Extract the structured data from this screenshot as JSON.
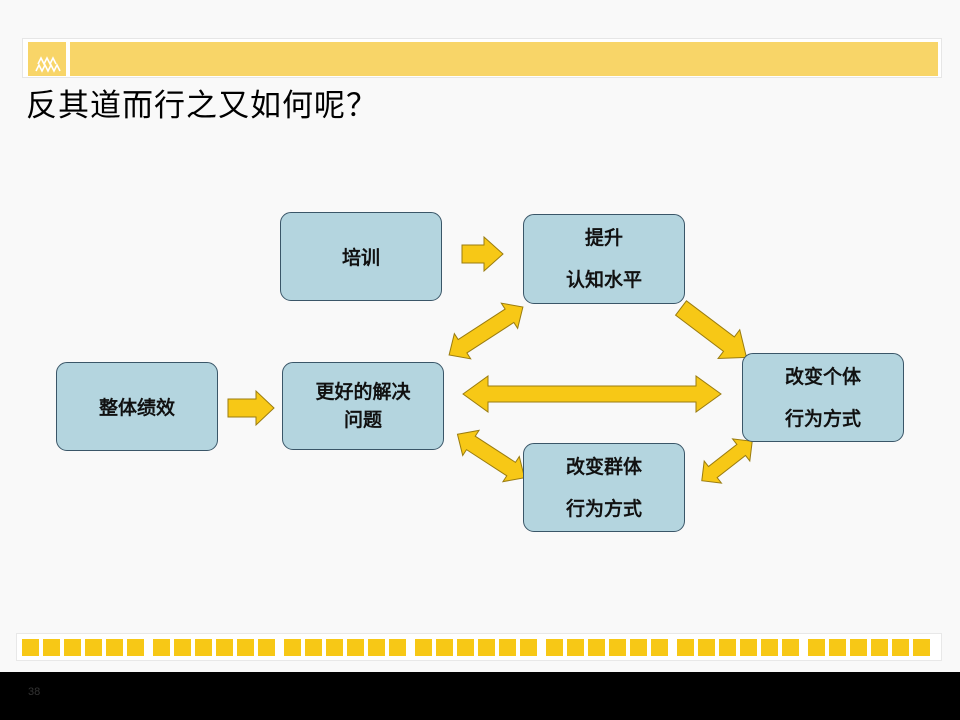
{
  "slide": {
    "title": "反其道而行之又如何呢？",
    "colors": {
      "accent": "#f7c816",
      "header_band": "#f8d568",
      "node_fill": "#b4d5df",
      "node_border": "#3a5668",
      "background": "#f9f9f9"
    },
    "nodes": {
      "training": {
        "lines": [
          "培训"
        ]
      },
      "cognition": {
        "lines": [
          "提升",
          "认知水平"
        ]
      },
      "individual": {
        "lines": [
          "改变个体",
          "行为方式"
        ]
      },
      "overall": {
        "lines": [
          "整体绩效"
        ]
      },
      "solve": {
        "lines": [
          "更好的解决",
          "问题"
        ]
      },
      "group": {
        "lines": [
          "改变群体",
          "行为方式"
        ]
      }
    },
    "slide_number": "38"
  }
}
